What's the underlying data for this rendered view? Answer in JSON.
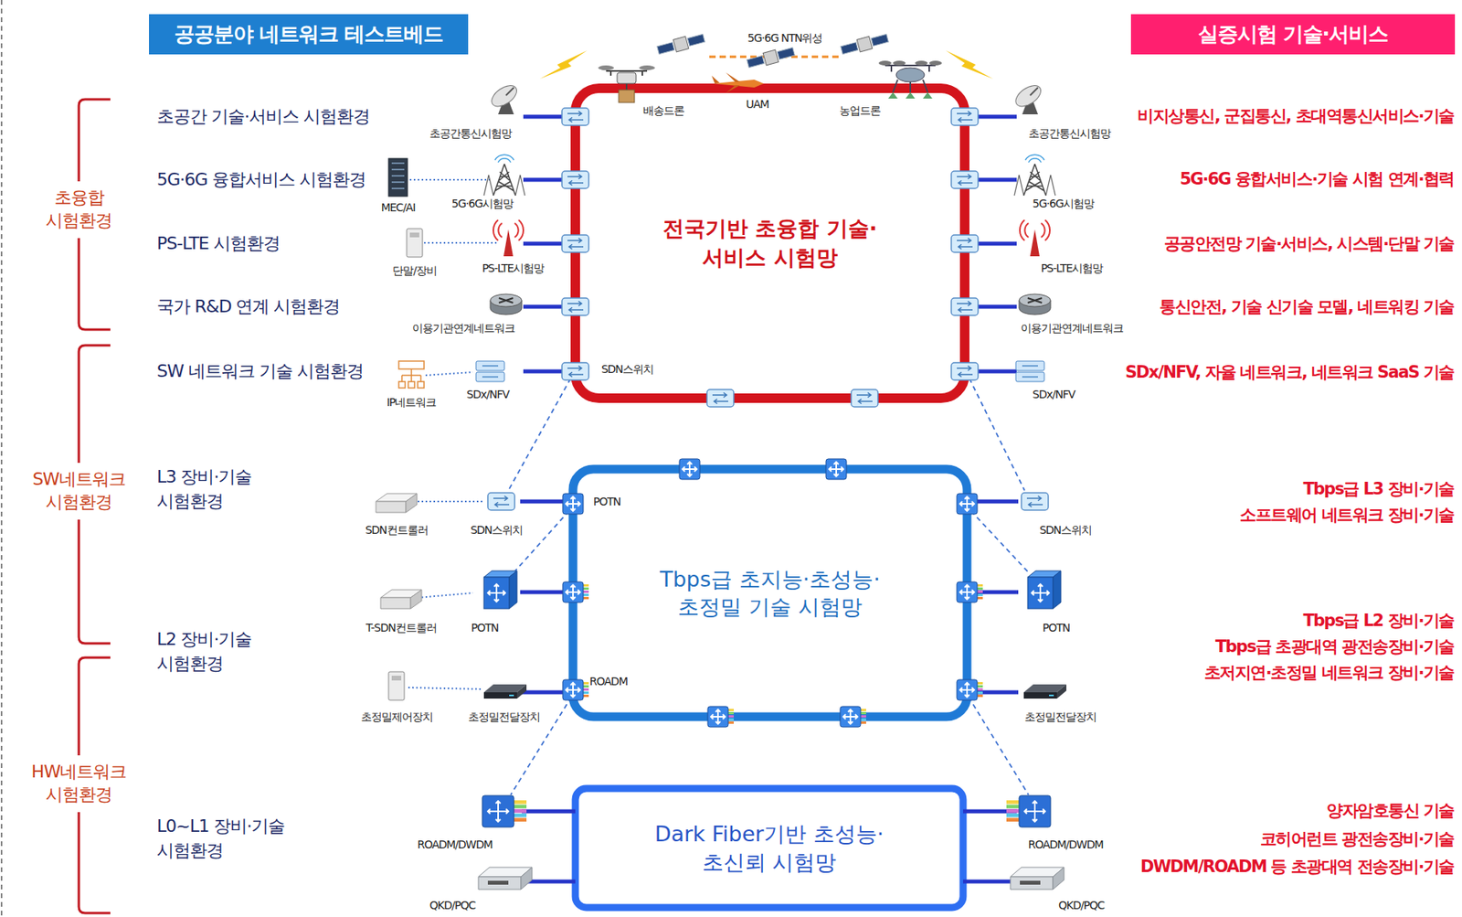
{
  "diagram": {
    "nodes": [
      {
        "text": [
          "공공분야 네트워크 테스트베드"
        ]
      },
      {
        "text": [
          "실증시험 기술·서비스"
        ]
      },
      {
        "text": [
          "전국기반 초융합 기술·서비스 시험망"
        ]
      },
      {
        "text": [
          "Tbps급 초지능·초성능·초정밀 기술 시험망"
        ]
      },
      {
        "text": [
          "Dark Fiber기반 초성능·초신뢰 시험망"
        ]
      }
    ],
    "labels": [
      "초융합 시험환경",
      "초공간 기술·서비스 시험환경",
      "5G·6G 융합서비스 시험환경",
      "PS-LTE 시험환경",
      "국가 R&D 연계 시험환경",
      "SW네트워크 시험환경",
      "SW 네트워크 기술 시험환경",
      "L3 장비·기술 시험환경",
      "L2 장비·기술 시험환경",
      "HW네트워크 시험환경",
      "L0~L1 장비·기술 시험환경",
      "5G·6G NTN위성",
      "배송드론",
      "UAM",
      "농업드론",
      "초공간통신시험망",
      "초공간통신시험망",
      "MEC/AI",
      "5G·6G시험망",
      "5G·6G시험망",
      "단말/장비",
      "PS-LTE시험망",
      "PS-LTE시험망",
      "이용기관연계네트워크",
      "이용기관연계네트워크",
      "IP네트워크",
      "SDx/NFV",
      "SDN스위치",
      "SDx/NFV",
      "SDN컨트롤러",
      "SDN스위치",
      "POTN",
      "SDN스위치",
      "T-SDN컨트롤러",
      "POTN",
      "POTN",
      "ROADM",
      "초정밀제어장치",
      "초정밀전달장치",
      "초정밀전달장치",
      "ROADM/DWDM",
      "ROADM/DWDM",
      "QKD/PQC",
      "QKD/PQC",
      "비지상통신, 군집통신, 초대역통신서비스·기술",
      "5G·6G 융합서비스·기술 시험 연계·협력",
      "공공안전망 기술·서비스, 시스템·단말 기술",
      "통신안전, 기술 신기술 모델, 네트워킹 기술",
      "SDx/NFV, 자율 네트워크, 네트워크 SaaS 기술",
      "Tbps급 L3 장비·기술",
      "소프트웨어 네트워크 장비·기술",
      "Tbps급 L2 장비·기술",
      "Tbps급 초광대역 광전송장비·기술",
      "초저지연·초정밀 네트워크 장비·기술",
      "양자암호통신 기술",
      "코히어런트 광전송장비·기술",
      "DWDM/ROADM 등 초광대역 전송장비·기술"
    ]
  }
}
